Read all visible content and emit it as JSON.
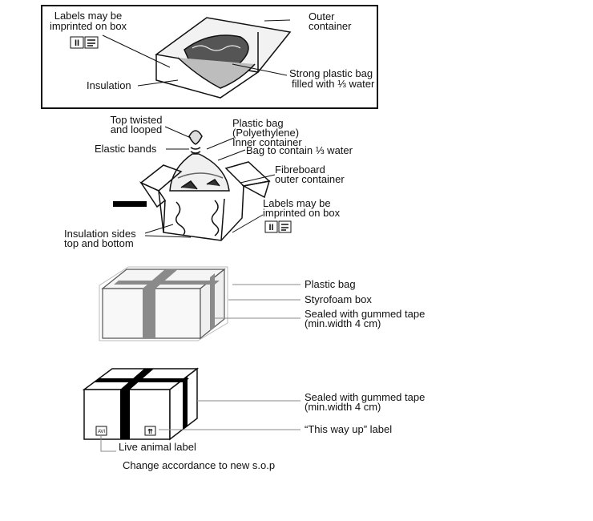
{
  "panel1": {
    "labels_line1": "Labels may be",
    "labels_line2": "imprinted on box",
    "outer_line1": "Outer",
    "outer_line2": "container",
    "insulation": "Insulation",
    "bag_line1": "Strong plastic bag",
    "bag_line2": "filled with ⅓ water"
  },
  "panel2": {
    "top_line1": "Top twisted",
    "top_line2": "and looped",
    "plastic_line1": "Plastic bag",
    "plastic_line2": "(Polyethylene)",
    "plastic_line3": "Inner container",
    "elastic": "Elastic bands",
    "bag_water": "Bag to contain ⅓ water",
    "fibre_line1": "Fibreboard",
    "fibre_line2": "outer container",
    "labels_line1": "Labels may be",
    "labels_line2": "imprinted on box",
    "insul_line1": "Insulation sides",
    "insul_line2": "top and bottom"
  },
  "panel3": {
    "plastic": "Plastic bag",
    "styro": "Styrofoam box",
    "sealed_line1": "Sealed with gummed tape",
    "sealed_line2": "(min.width 4 cm)"
  },
  "panel4": {
    "sealed_line1": "Sealed with gummed tape",
    "sealed_line2": "(min.width 4 cm)",
    "thisway": "“This way up” label",
    "avi_tag": "AVI",
    "live": "Live animal label"
  },
  "footer": "Change accordance to new s.o.p",
  "colors": {
    "ink": "#111111",
    "tape_gray": "#8a8a8a",
    "tape_black": "#000000"
  }
}
